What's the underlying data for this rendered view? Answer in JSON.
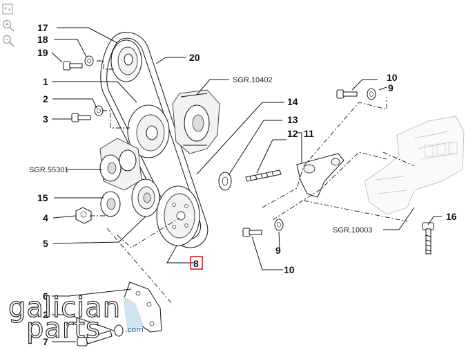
{
  "toolbar": {
    "fit_icon": "fit-to-screen-icon",
    "zoom_in_icon": "zoom-in-icon",
    "zoom_out_icon": "zoom-out-icon"
  },
  "callouts": {
    "n17": "17",
    "n18": "18",
    "n19": "19",
    "n20": "20",
    "n1": "1",
    "n2": "2",
    "n3": "3",
    "n14": "14",
    "n13": "13",
    "n12": "12",
    "n11": "11",
    "n10a": "10",
    "n9a": "9",
    "n15": "15",
    "n4": "4",
    "n5": "5",
    "n8": "8",
    "n9b": "9",
    "n10b": "10",
    "n16": "16",
    "n6": "6",
    "n2b": "2",
    "n7": "7"
  },
  "references": {
    "sgr_top": "SGR.10402",
    "sgr_left": "SGR.55301",
    "sgr_right": "SGR.10003"
  },
  "highlight": {
    "callout": "8",
    "color": "#d42020"
  },
  "watermark": {
    "line1": "galician",
    "line2": "parts",
    "suffix": ".com"
  }
}
